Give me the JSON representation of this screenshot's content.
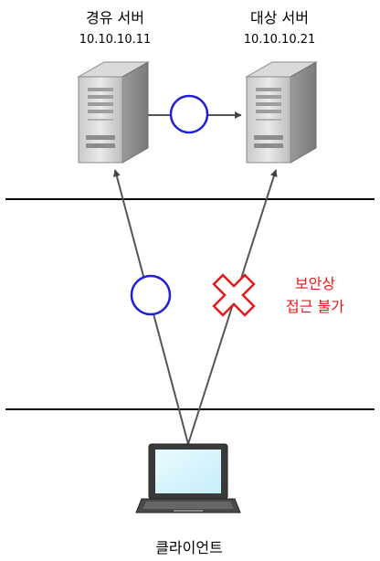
{
  "via_server": {
    "name": "경유 서버",
    "ip": "10.10.10.11"
  },
  "target_server": {
    "name": "대상 서버",
    "ip": "10.10.10.21"
  },
  "client": {
    "name": "클라이언트"
  },
  "blocked_note": {
    "line1": "보안상",
    "line2": "접근 불가"
  },
  "colors": {
    "allowed": "#1f1fd6",
    "blocked": "#e31b1b",
    "line": "#555555",
    "divider": "#000000"
  }
}
